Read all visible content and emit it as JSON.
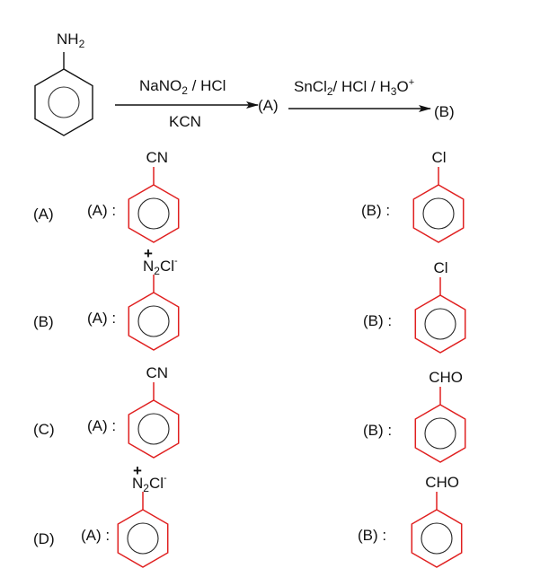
{
  "colors": {
    "ring_outline": "#e02020",
    "ring_inner": "#222222",
    "text": "#111111",
    "bond": "#111111"
  },
  "reaction": {
    "reactant": {
      "substituent": "NH",
      "substituent_sub": "2"
    },
    "step1": {
      "reagent_top_a": "NaNO",
      "reagent_top_sub": "2",
      "reagent_top_b": " / HCl",
      "reagent_bottom": "KCN",
      "product_label": "(A)"
    },
    "step2": {
      "reagent_a": "SnCl",
      "reagent_sub1": "2",
      "reagent_b": "/ HCl / H",
      "reagent_sub2": "3",
      "reagent_c": "O",
      "reagent_sup": "+",
      "product_label": "(B)"
    }
  },
  "options": [
    {
      "label": "(A)",
      "a_prefix": "(A) :",
      "a_group": {
        "main": "CN",
        "type": "plain"
      },
      "b_prefix": "(B) :",
      "b_group": {
        "main": "Cl",
        "type": "plain"
      }
    },
    {
      "label": "(B)",
      "a_prefix": "(A) :",
      "a_group": {
        "main": "N",
        "sub": "2",
        "tail": "Cl",
        "plus": "+",
        "minus": "-",
        "type": "diazonium"
      },
      "b_prefix": "(B) :",
      "b_group": {
        "main": "Cl",
        "type": "plain"
      }
    },
    {
      "label": "(C)",
      "a_prefix": "(A) :",
      "a_group": {
        "main": "CN",
        "type": "plain"
      },
      "b_prefix": "(B) :",
      "b_group": {
        "main": "CHO",
        "type": "plain"
      }
    },
    {
      "label": "(D)",
      "a_prefix": "(A) :",
      "a_group": {
        "main": "N",
        "sub": "2",
        "tail": "Cl",
        "plus": "+",
        "minus": "-",
        "type": "diazonium"
      },
      "b_prefix": "(B) :",
      "b_group": {
        "main": "CHO",
        "type": "plain"
      }
    }
  ]
}
